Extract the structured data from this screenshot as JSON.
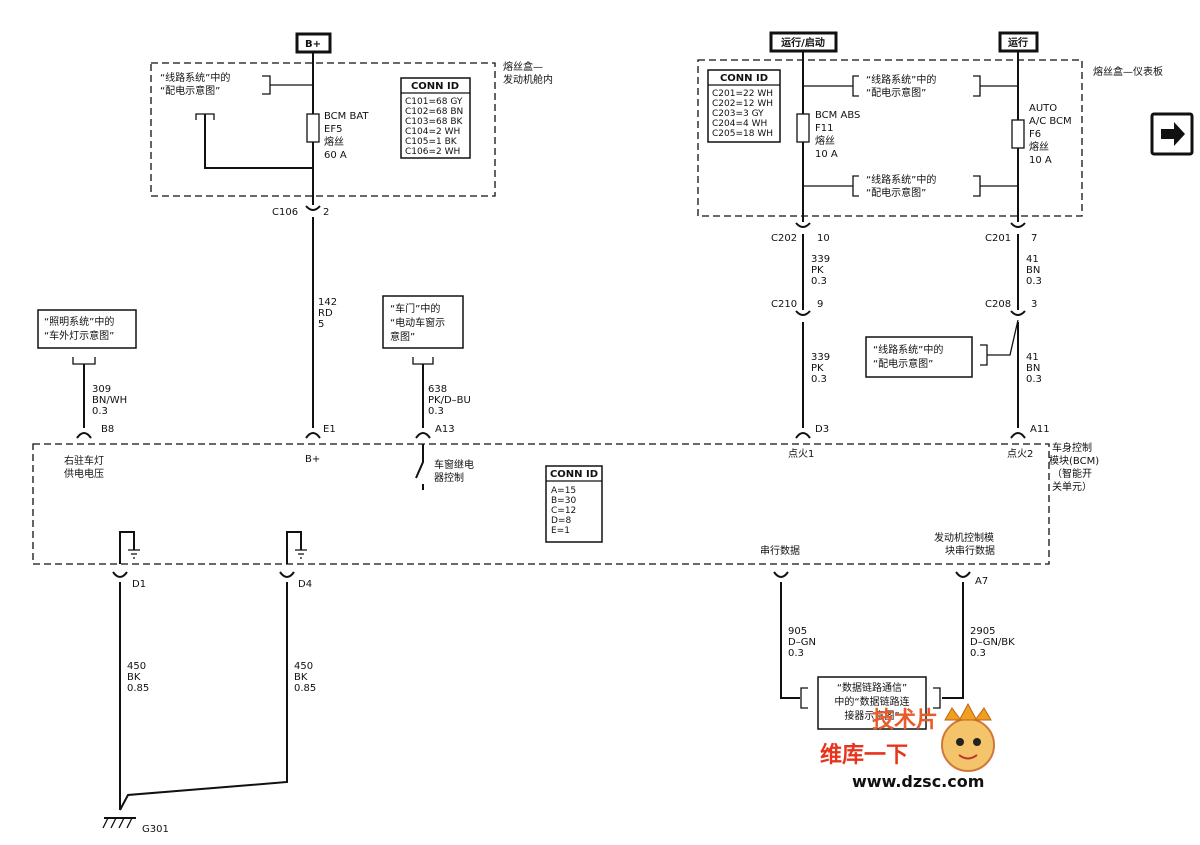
{
  "power": {
    "bplus_label": "B+",
    "run_crank_label": "运行/启动",
    "run_label": "运行"
  },
  "fuse_box_engine": {
    "title_line1": "熔丝盒—",
    "title_line2": "发动机舱内",
    "ref_line1": "“线路系统”中的",
    "ref_line2": "“配电示意图”",
    "fuse_name": "BCM BAT",
    "fuse_id": "EF5",
    "fuse_word": "熔丝",
    "fuse_rating": "60 A",
    "conn_title": "CONN ID",
    "conn_rows": [
      "C101=68 GY",
      "C102=68 BN",
      "C103=68 BK",
      "C104=2 WH",
      "C105=1 BK",
      "C106=2 WH"
    ]
  },
  "fuse_box_ip": {
    "title": "熔丝盒—仪表板",
    "conn_title": "CONN ID",
    "conn_rows": [
      "C201=22 WH",
      "C202=12 WH",
      "C203=3 GY",
      "C204=4 WH",
      "C205=18 WH"
    ],
    "ref_top_line1": "“线路系统”中的",
    "ref_top_line2": "“配电示意图”",
    "ref_bottom_line1": "“线路系统”中的",
    "ref_bottom_line2": "“配电示意图”",
    "fuse1_lines": [
      "BCM ABS",
      "F11",
      "熔丝",
      "10 A"
    ],
    "fuse2_lines": [
      "AUTO",
      "A/C BCM",
      "F6",
      "熔丝",
      "10 A"
    ]
  },
  "connectors": {
    "c106": "C106",
    "c106_pin": "2",
    "c202": "C202",
    "c202_pin": "10",
    "c201": "C201",
    "c201_pin": "7",
    "c210": "C210",
    "c210_pin": "9",
    "c208": "C208",
    "c208_pin": "3"
  },
  "wires": {
    "w142": [
      "142",
      "RD",
      "5"
    ],
    "w309": [
      "309",
      "BN/WH",
      "0.3"
    ],
    "w638": [
      "638",
      "PK/D–BU",
      "0.3"
    ],
    "w339a": [
      "339",
      "PK",
      "0.3"
    ],
    "w339b": [
      "339",
      "PK",
      "0.3"
    ],
    "w41a": [
      "41",
      "BN",
      "0.3"
    ],
    "w41b": [
      "41",
      "BN",
      "0.3"
    ],
    "w450a": [
      "450",
      "BK",
      "0.85"
    ],
    "w450b": [
      "450",
      "BK",
      "0.85"
    ],
    "w905": [
      "905",
      "D–GN",
      "0.3"
    ],
    "w2905": [
      "2905",
      "D–GN/BK",
      "0.3"
    ]
  },
  "refs": {
    "lighting_line1": "“照明系统”中的",
    "lighting_line2": "“车外灯示意图”",
    "door_line1": "“车门”中的",
    "door_line2": "“电动车窗示",
    "door_line3": "意图”",
    "wiring_line1": "“线路系统”中的",
    "wiring_line2": "“配电示意图”",
    "datalink_line1": "“数据链路通信”",
    "datalink_line2": "中的“数据链路连",
    "datalink_line3": "接器示意图”"
  },
  "bcm": {
    "title_lines": [
      "车身控制",
      "模块(BCM)",
      "（智能开",
      "关单元）"
    ],
    "pins": {
      "b8": "B8",
      "e1": "E1",
      "a13": "A13",
      "d3": "D3",
      "a11": "A11",
      "d1": "D1",
      "d4": "D4",
      "a7": "A7"
    },
    "pin_b8_line1": "右驻车灯",
    "pin_b8_line2": "供电电压",
    "pin_e1_label": "B+",
    "pin_a13_line1": "车窗继电",
    "pin_a13_line2": "器控制",
    "pin_d3_label": "点火1",
    "pin_a11_label": "点火2",
    "serial_data": "串行数据",
    "ecm_serial_line1": "发动机控制模",
    "ecm_serial_line2": "块串行数据",
    "conn_title": "CONN ID",
    "conn_rows": [
      "A=15",
      "B=30",
      "C=12",
      "D=8",
      "E=1"
    ]
  },
  "ground": {
    "label": "G301"
  },
  "watermark": {
    "brand_cn": "维库一下",
    "site": "www.dzsc.com",
    "badge": "技术片"
  },
  "icons": {
    "next_page": "arrow-right-icon"
  }
}
